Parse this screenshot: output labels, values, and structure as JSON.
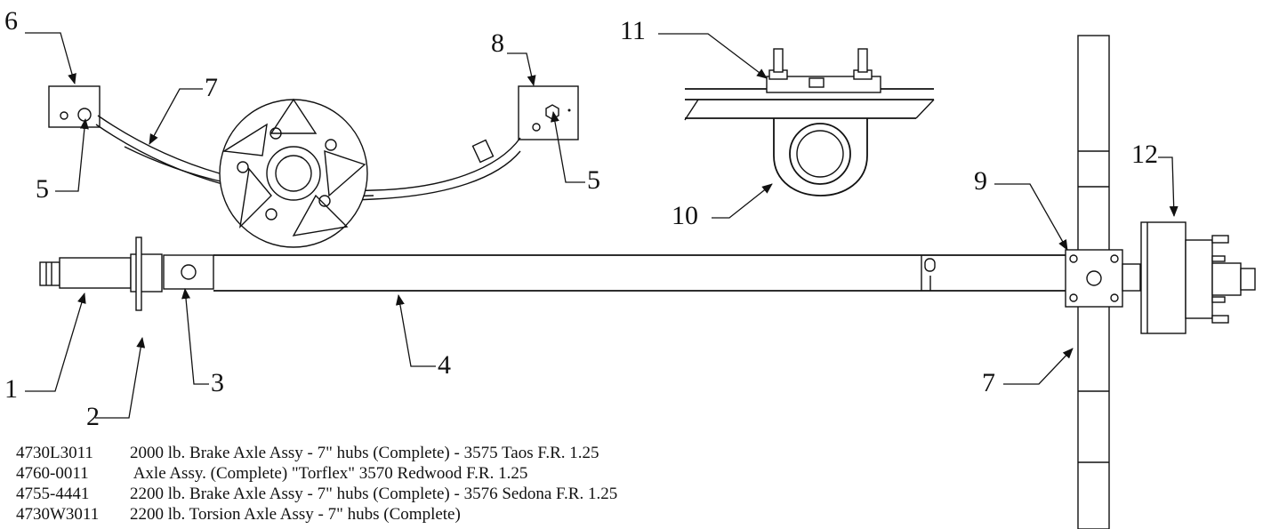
{
  "callouts": {
    "c1": "1",
    "c2": "2",
    "c3": "3",
    "c4": "4",
    "c5a": "5",
    "c5b": "5",
    "c6": "6",
    "c7a": "7",
    "c7b": "7",
    "c8": "8",
    "c9": "9",
    "c10": "10",
    "c11": "11",
    "c12": "12"
  },
  "parts": [
    {
      "number": "4730L3011",
      "description": "2000 lb. Brake Axle Assy - 7\" hubs (Complete) - 3575 Taos  F.R.  1.25"
    },
    {
      "number": "4760-0011",
      "description": " Axle Assy. (Complete) \"Torflex\" 3570 Redwood F.R. 1.25"
    },
    {
      "number": "4755-4441",
      "description": "2200 lb. Brake Axle Assy - 7\" hubs (Complete) - 3576 Sedona  F.R.  1.25"
    },
    {
      "number": "4730W3011",
      "description": "2200 lb. Torsion Axle Assy - 7\" hubs (Complete)"
    }
  ]
}
